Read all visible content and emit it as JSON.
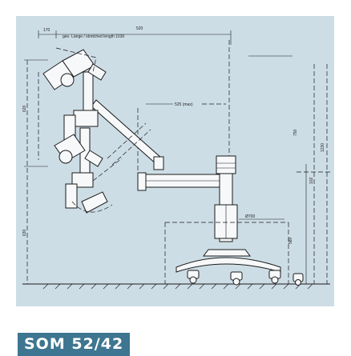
{
  "product": {
    "model": "SOM 52/42"
  },
  "diagram": {
    "top_dims": {
      "left": "170",
      "center": "520",
      "legend": "ges· Länge / stretched length 1030"
    },
    "arm_dim": "525 (max)",
    "left_dims": {
      "upper": "620",
      "lower": "630"
    },
    "right_dims": {
      "column": "1230",
      "side": "750",
      "mid": "102"
    },
    "base_dims": {
      "width": "Ø700",
      "height": "580"
    }
  },
  "colors": {
    "panel": "#cddde6",
    "line": "#1b1b1b",
    "label_bg": "#3e7590",
    "label_text": "#ffffff"
  }
}
